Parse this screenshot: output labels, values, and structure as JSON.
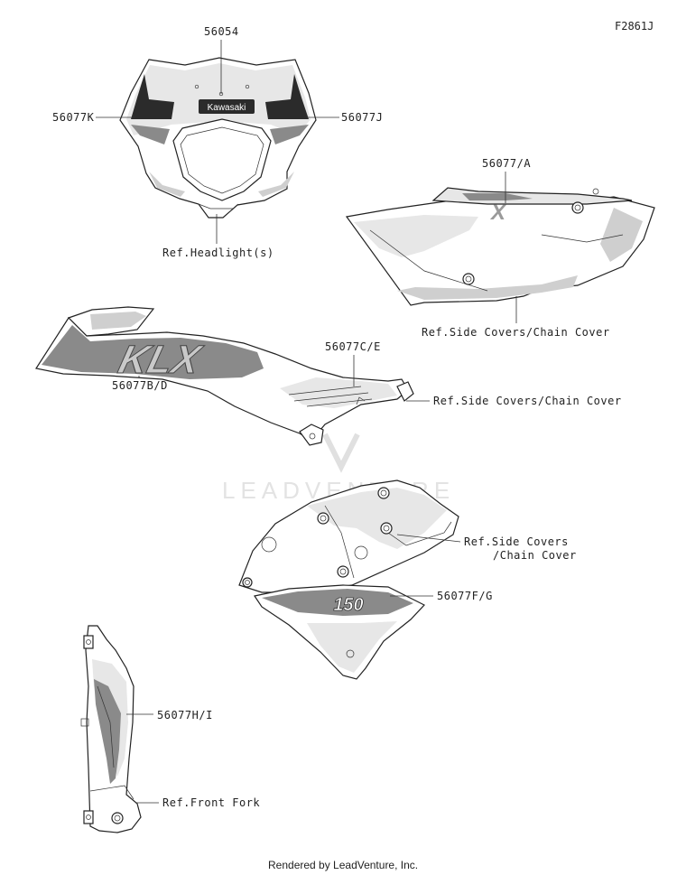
{
  "figure_code": "F2861J",
  "watermark": "LEADVENTURE",
  "footer": "Rendered by LeadVenture, Inc.",
  "decal_text": {
    "brand": "Kawasaki",
    "model_main": "KLX",
    "model_rear": "X",
    "displacement": "150"
  },
  "callouts": {
    "c56054": "56054",
    "c56077K": "56077K",
    "c56077J": "56077J",
    "ref_headlight": "Ref.Headlight(s)",
    "c56077A": "56077/A",
    "ref_side_1": "Ref.Side Covers/Chain Cover",
    "c56077CE": "56077C/E",
    "c56077BD": "56077B/D",
    "ref_side_2": "Ref.Side Covers/Chain Cover",
    "ref_side_3_line1": "Ref.Side Covers",
    "ref_side_3_line2": "/Chain Cover",
    "c56077FG": "56077F/G",
    "c56077HI": "56077H/I",
    "ref_front_fork": "Ref.Front Fork"
  }
}
